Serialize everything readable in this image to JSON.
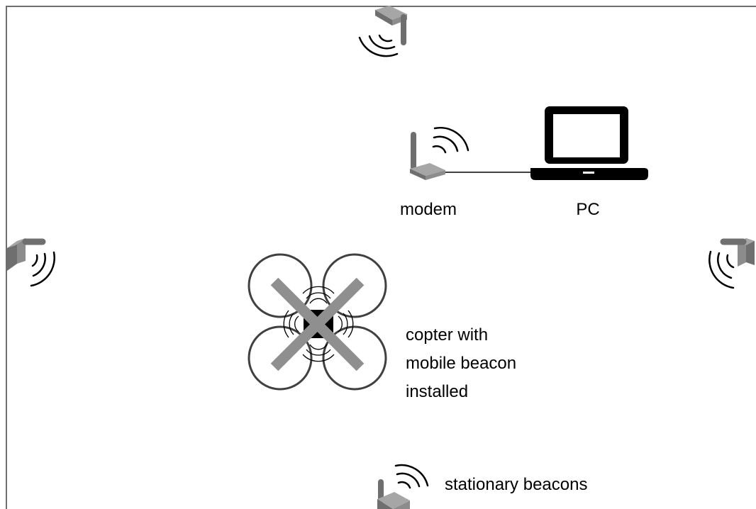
{
  "labels": {
    "modem": "modem",
    "pc": "PC",
    "copter_line1": "copter with",
    "copter_line2": "mobile beacon",
    "copter_line3": "installed",
    "stationary": "stationary beacons"
  },
  "colors": {
    "frame": "#6e6e6e",
    "beacon_dark": "#6f6f6f",
    "beacon_mid": "#8c8c8c",
    "beacon_light": "#a6a6a6",
    "arm": "#8f8f8f",
    "rotor": "#404040",
    "laptop": "#000000"
  },
  "icons": [
    "beacon-icon",
    "modem-icon",
    "laptop-icon",
    "copter-icon",
    "signal-waves-icon"
  ]
}
